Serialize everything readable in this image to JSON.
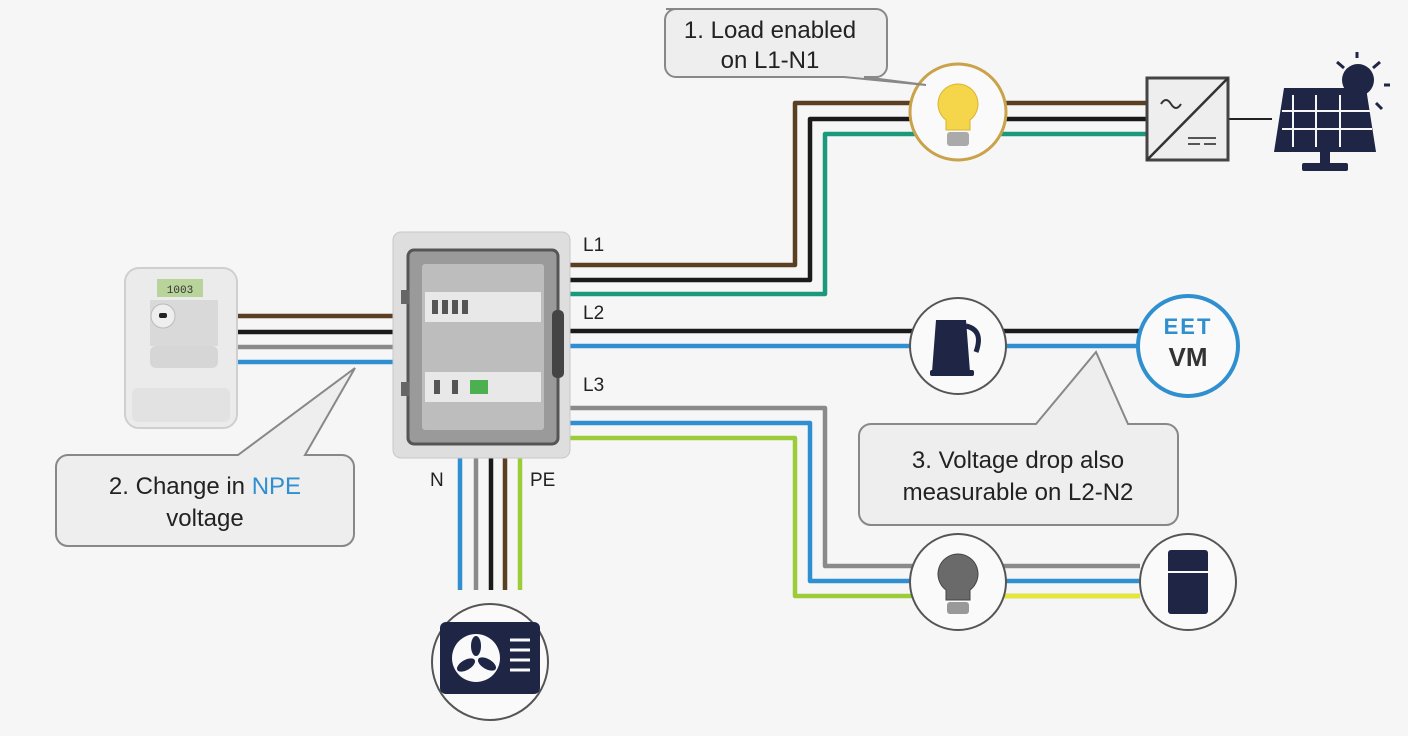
{
  "labels": {
    "l1": "L1",
    "l2": "L2",
    "l3": "L3",
    "n": "N",
    "pe": "PE"
  },
  "callouts": {
    "c1": {
      "line1": "1. Load enabled",
      "line2": "on L1-N1"
    },
    "c2": {
      "line1_a": "2. Change in ",
      "line1_b": "NPE",
      "line2": "voltage"
    },
    "c3": {
      "line1": "3. Voltage drop also",
      "line2": "measurable on L2-N2"
    }
  },
  "vm_logo": {
    "brand": "EET",
    "text": "VM"
  },
  "meter": {
    "display": "1003"
  },
  "colors": {
    "brown": "#5a3f22",
    "black": "#1a1a1a",
    "grey": "#8a8a8a",
    "blue": "#2f8fd0",
    "green": "#7cc13a",
    "yellow": "#e6e63a",
    "teal": "#1a9a7a",
    "navy": "#1e2545",
    "accent": "#2f8fcf"
  },
  "icons": [
    "smart-meter",
    "distribution-panel",
    "light-bulb-on",
    "inverter",
    "solar-panel",
    "kettle",
    "vm-meter",
    "light-bulb-off",
    "fridge",
    "heat-pump-fan"
  ]
}
